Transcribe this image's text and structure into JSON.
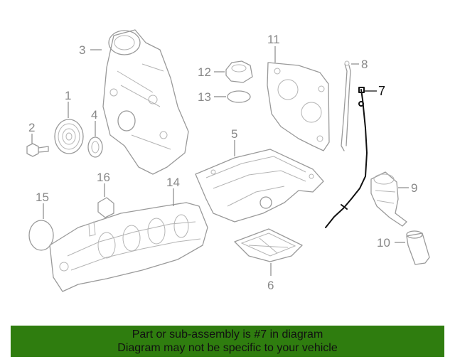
{
  "diagram": {
    "callouts": [
      {
        "id": "1",
        "label": "1"
      },
      {
        "id": "2",
        "label": "2"
      },
      {
        "id": "3",
        "label": "3"
      },
      {
        "id": "4",
        "label": "4"
      },
      {
        "id": "5",
        "label": "5"
      },
      {
        "id": "6",
        "label": "6"
      },
      {
        "id": "7",
        "label": "7"
      },
      {
        "id": "8",
        "label": "8"
      },
      {
        "id": "9",
        "label": "9"
      },
      {
        "id": "10",
        "label": "10"
      },
      {
        "id": "11",
        "label": "11"
      },
      {
        "id": "12",
        "label": "12"
      },
      {
        "id": "13",
        "label": "13"
      },
      {
        "id": "14",
        "label": "14"
      },
      {
        "id": "15",
        "label": "15"
      },
      {
        "id": "16",
        "label": "16"
      }
    ],
    "highlighted_part": "7",
    "colors": {
      "highlight": "#111111",
      "part_line": "#9a9a9a",
      "banner": "#2f7d0f"
    }
  },
  "banner": {
    "line1": "Part or sub-assembly is #7 in diagram",
    "line2": "Diagram may not be specific to your vehicle"
  }
}
